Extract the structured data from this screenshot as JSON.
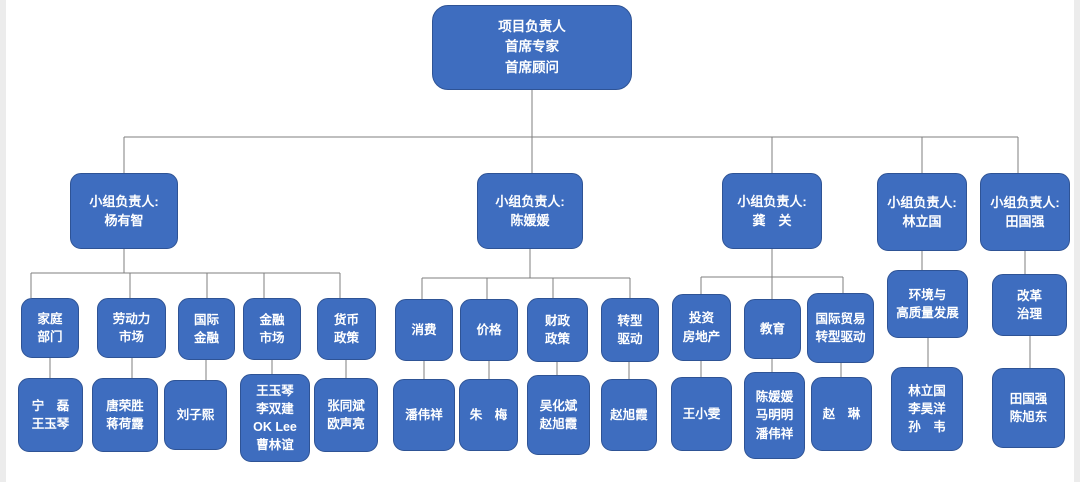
{
  "root": {
    "label": "项目负责人\n首席专家\n首席顾问"
  },
  "groups": [
    {
      "leader": "小组负责人:\n杨有智",
      "topics": [
        {
          "name": "家庭\n部门",
          "members": "宁　磊\n王玉琴"
        },
        {
          "name": "劳动力\n市场",
          "members": "唐荣胜\n蒋荷露"
        },
        {
          "name": "国际\n金融",
          "members": "刘子熙"
        },
        {
          "name": "金融\n市场",
          "members": "王玉琴\n李双建\nOK Lee\n曹林谊"
        },
        {
          "name": "货币\n政策",
          "members": "张同斌\n欧声亮"
        }
      ]
    },
    {
      "leader": "小组负责人:\n陈媛媛",
      "topics": [
        {
          "name": "消费",
          "members": "潘伟祥"
        },
        {
          "name": "价格",
          "members": "朱　梅"
        },
        {
          "name": "财政\n政策",
          "members": "吴化斌\n赵旭霞"
        },
        {
          "name": "转型\n驱动",
          "members": "赵旭霞"
        }
      ]
    },
    {
      "leader": "小组负责人:\n龚　关",
      "topics": [
        {
          "name": "投资\n房地产",
          "members": "王小雯"
        },
        {
          "name": "教育",
          "members": "陈媛媛\n马明明\n潘伟祥"
        },
        {
          "name": "国际贸易\n转型驱动",
          "members": "赵　琳"
        }
      ]
    },
    {
      "leader": "小组负责人:\n林立国",
      "topics": [
        {
          "name": "环境与\n高质量发展",
          "members": "林立国\n李昊洋\n孙　韦"
        }
      ]
    },
    {
      "leader": "小组负责人:\n田国强",
      "topics": [
        {
          "name": "改革\n治理",
          "members": "田国强\n陈旭东"
        }
      ]
    }
  ],
  "colors": {
    "box_fill": "#3E6DBF",
    "box_border": "#2E5395",
    "box_text": "#FFFFFF",
    "connector": "#7F7F7F",
    "background": "#FFFFFF"
  }
}
